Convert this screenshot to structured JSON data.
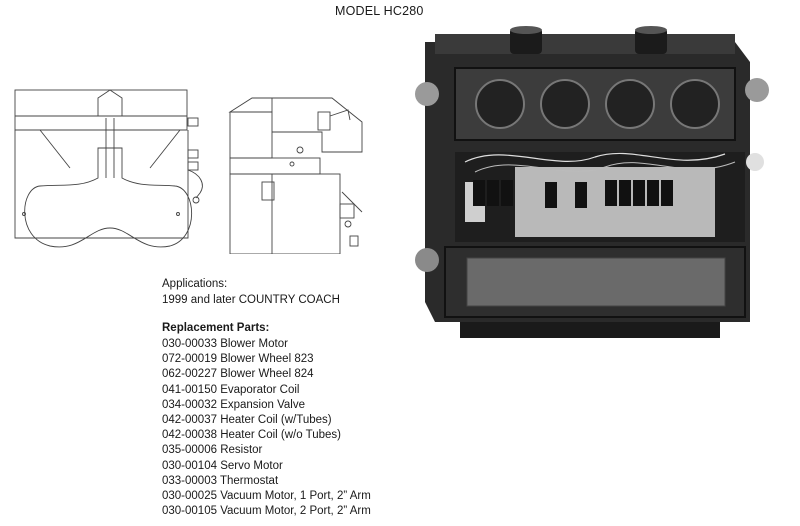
{
  "header": {
    "title": "MODEL HC280"
  },
  "applications": {
    "label": "Applications:",
    "value": "1999 and later COUNTRY COACH"
  },
  "replacement_parts": {
    "heading": "Replacement Parts:",
    "items": [
      "030-00033 Blower Motor",
      "072-00019 Blower Wheel 823",
      "062-00227 Blower Wheel 824",
      "041-00150 Evaporator Coil",
      "034-00032 Expansion Valve",
      "042-00037 Heater Coil (w/Tubes)",
      "042-00038 Heater Coil (w/o Tubes)",
      "035-00006 Resistor",
      "030-00104 Servo Motor",
      "033-00003 Thermostat",
      "030-00025 Vacuum Motor, 1 Port, 2” Arm",
      "030-00105 Vacuum Motor, 2 Port, 2” Arm"
    ]
  },
  "figures": {
    "front_view_icon": "front-view-line-drawing",
    "side_view_icon": "side-view-line-drawing",
    "photo_icon": "hc280-unit-photo"
  }
}
